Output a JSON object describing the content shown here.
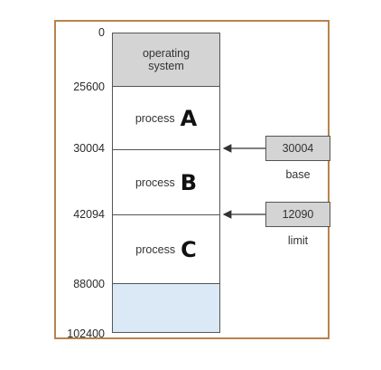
{
  "addresses": [
    "0",
    "25600",
    "30004",
    "42094",
    "88000",
    "102400"
  ],
  "segments": {
    "os": {
      "line1": "operating",
      "line2": "system"
    },
    "a": {
      "label": "process",
      "letter": "A"
    },
    "b": {
      "label": "process",
      "letter": "B"
    },
    "c": {
      "label": "process",
      "letter": "C"
    }
  },
  "registers": {
    "base": {
      "value": "30004",
      "label": "base"
    },
    "limit": {
      "value": "12090",
      "label": "limit"
    }
  },
  "colors": {
    "os_fill": "#d4d4d4",
    "free_fill": "#dbe9f6",
    "frame_border": "#b8834a"
  }
}
